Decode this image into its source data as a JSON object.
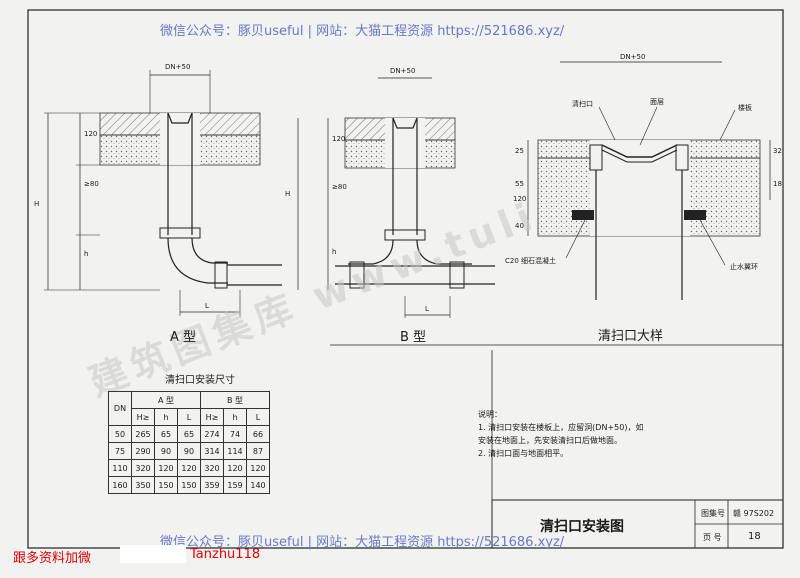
{
  "watermarks": {
    "top": "微信公众号：豚贝useful | 网站：大猫工程资源 https://521686.xyz/",
    "bottom": "微信公众号：豚贝useful | 网站：大猫工程资源 https://521686.xyz/",
    "diagonal": "建筑图集库 www.tuli"
  },
  "promo": {
    "text": "跟多资料加微",
    "id": "Tanzhu118"
  },
  "figures": {
    "type_a": "A 型",
    "type_b": "B 型",
    "detail": "清扫口大样"
  },
  "dimension_labels": {
    "dn50_a": "DN+50",
    "dn50_b": "DN+50",
    "dn50_c": "DN+50",
    "h_a": "H",
    "h_b": "H",
    "h120_a": "120",
    "h120_b": "120",
    "ge80_a": "≥80",
    "ge80_b": "≥80",
    "h_small_a": "h",
    "h_small_b": "h",
    "l_a": "L",
    "l_b": "L",
    "d25": "25",
    "d55": "55",
    "d120": "120",
    "d40": "40",
    "d32": "32",
    "d18": "18"
  },
  "callouts": {
    "cleanout": "清扫口",
    "surface": "面层",
    "slab": "楼板",
    "concrete": "C20 细石混凝土",
    "water_ring": "止水翼环"
  },
  "table": {
    "title": "清扫口安装尺寸",
    "group_a": "A 型",
    "group_b": "B 型",
    "col_dn": "DN",
    "col_H": "H≥",
    "col_h": "h",
    "col_L": "L",
    "rows": [
      [
        "50",
        "265",
        "65",
        "65",
        "274",
        "74",
        "66"
      ],
      [
        "75",
        "290",
        "90",
        "90",
        "314",
        "114",
        "87"
      ],
      [
        "110",
        "320",
        "120",
        "120",
        "320",
        "120",
        "120"
      ],
      [
        "160",
        "350",
        "150",
        "150",
        "359",
        "159",
        "140"
      ]
    ]
  },
  "notes": {
    "heading": "说明：",
    "items": [
      "1. 清扫口安装在楼板上，应留洞(DN+50)，如",
      "    安装在地面上，先安装清扫口后做地面。",
      "2. 清扫口面与地面相平。"
    ]
  },
  "title_block": {
    "title": "清扫口安装图",
    "atlas_label": "图集号",
    "atlas_no": "赣 97S202",
    "page_label": "页 号",
    "page_no": "18"
  },
  "colors": {
    "watermark": "#6a78c8",
    "promo": "#e00000",
    "ink": "#1a1a1a"
  }
}
